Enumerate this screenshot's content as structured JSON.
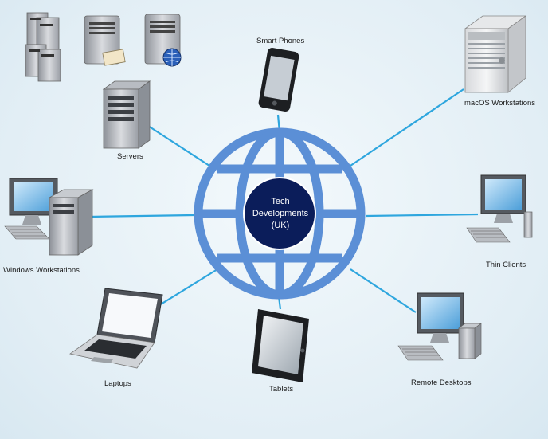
{
  "hub": {
    "line1": "Tech",
    "line2": "Developments",
    "line3": "(UK)"
  },
  "nodes": {
    "smart_phones": "Smart Phones",
    "macos_workstations": "macOS Workstations",
    "servers": "Servers",
    "windows_workstations": "Windows Workstations",
    "thin_clients": "Thin Clients",
    "laptops": "Laptops",
    "tablets": "Tablets",
    "remote_desktops": "Remote Desktops"
  },
  "colors": {
    "globe_ring": "#5b8fd6",
    "hub_fill": "#0b1d5a",
    "connector": "#2ea6de",
    "device_grey": "#c9ccd1",
    "screen_blue": "#6fb6e8"
  }
}
